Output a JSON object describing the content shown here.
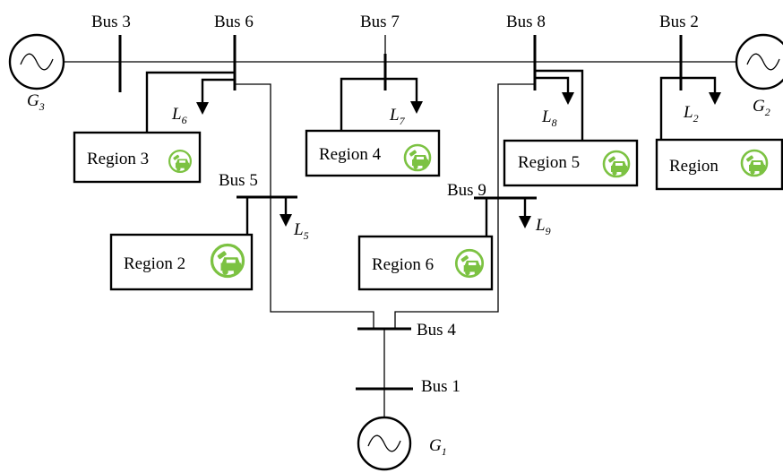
{
  "buses": {
    "bus1": "Bus 1",
    "bus2": "Bus 2",
    "bus3": "Bus 3",
    "bus4": "Bus 4",
    "bus5": "Bus 5",
    "bus6": "Bus 6",
    "bus7": "Bus 7",
    "bus8": "Bus 8",
    "bus9": "Bus 9"
  },
  "generators": {
    "g1": {
      "letter": "G",
      "sub": "1"
    },
    "g2": {
      "letter": "G",
      "sub": "2"
    },
    "g3": {
      "letter": "G",
      "sub": "3"
    }
  },
  "loads": {
    "l2": {
      "letter": "L",
      "sub": "2"
    },
    "l5": {
      "letter": "L",
      "sub": "5"
    },
    "l6": {
      "letter": "L",
      "sub": "6"
    },
    "l7": {
      "letter": "L",
      "sub": "7"
    },
    "l8": {
      "letter": "L",
      "sub": "8"
    },
    "l9": {
      "letter": "L",
      "sub": "9"
    }
  },
  "regions": {
    "r1": "Region",
    "r2": "Region 2",
    "r3": "Region 3",
    "r4": "Region 4",
    "r5": "Region 5",
    "r6": "Region 6"
  },
  "colors": {
    "ev_icon": "#7cc242",
    "line": "#000000"
  }
}
